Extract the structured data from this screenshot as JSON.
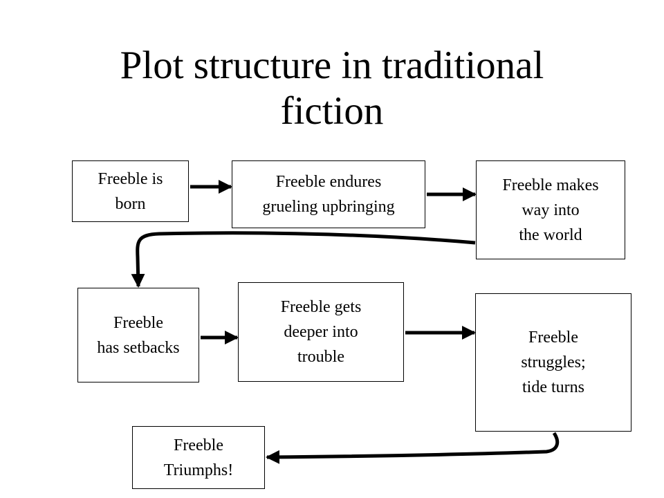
{
  "title": "Plot structure in traditional\nfiction",
  "steps": [
    {
      "text": "Freeble is\nborn"
    },
    {
      "text": "Freeble endures\ngrueling upbringing"
    },
    {
      "text": "Freeble makes\nway into\nthe world"
    },
    {
      "text": "Freeble\nhas setbacks"
    },
    {
      "text": "Freeble gets\ndeeper into\ntrouble"
    },
    {
      "text": "Freeble\nstruggles;\ntide turns"
    },
    {
      "text": "Freeble\nTriumphs!"
    }
  ],
  "colors": {
    "background": "#ffffff",
    "ink": "#000000"
  }
}
